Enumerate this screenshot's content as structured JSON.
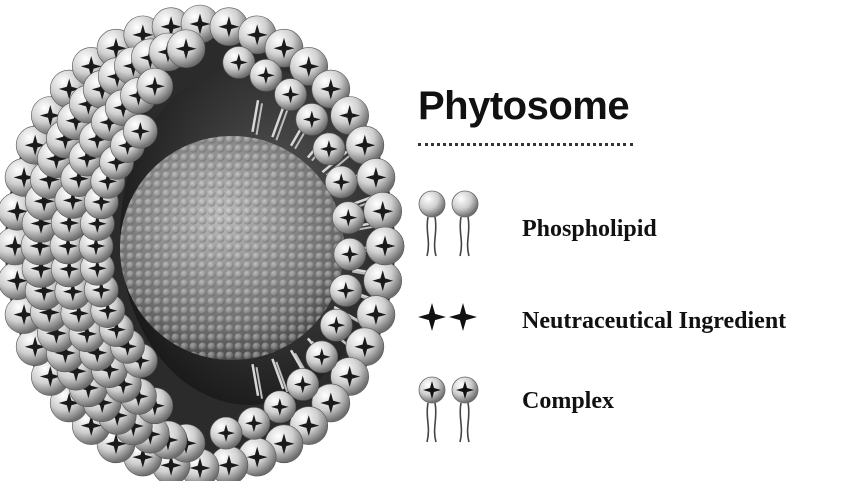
{
  "title": "Phytosome",
  "legend": [
    {
      "label": "Phospholipid",
      "icon": "phospholipid-icon"
    },
    {
      "label": "Neutraceutical Ingredient",
      "icon": "star-icon"
    },
    {
      "label": "Complex",
      "icon": "complex-icon"
    }
  ],
  "colors": {
    "text": "#111111",
    "bead_highlight": "#ffffff",
    "bead_shade": "#8a8a8a",
    "core_dark": "#3a3a3a",
    "tail": "#cfcfcf"
  }
}
